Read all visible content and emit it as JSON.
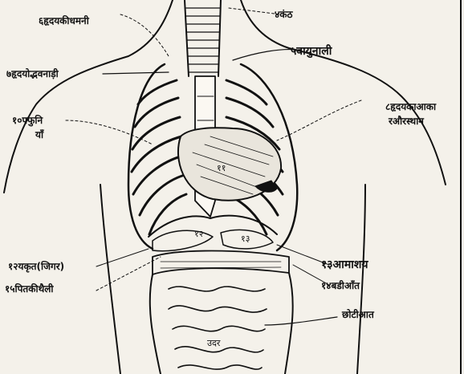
{
  "labels": {
    "l6": "६हृदयकीधमनी",
    "l4": "४कंठ",
    "l5": "५वायुनाली",
    "l7": "७हृदयोद्भवनाड़ी",
    "l8a": "८हृदयकाआका",
    "l8b": "रऔरस्थान",
    "l10a": "१०फ्फुनि",
    "l10b": "याँ",
    "l12": "१२यकृत(जिगर)",
    "l15": "१५पितकीथैली",
    "l13": "१३आमाशय",
    "l14": "१४बडीआँत",
    "l16": "छोटीआत",
    "organ_heart": "११",
    "organ_liver": "१२",
    "organ_stomach": "१३",
    "organ_colon": "उदर"
  },
  "colors": {
    "ink": "#111111",
    "paper": "#f4f1ea"
  }
}
